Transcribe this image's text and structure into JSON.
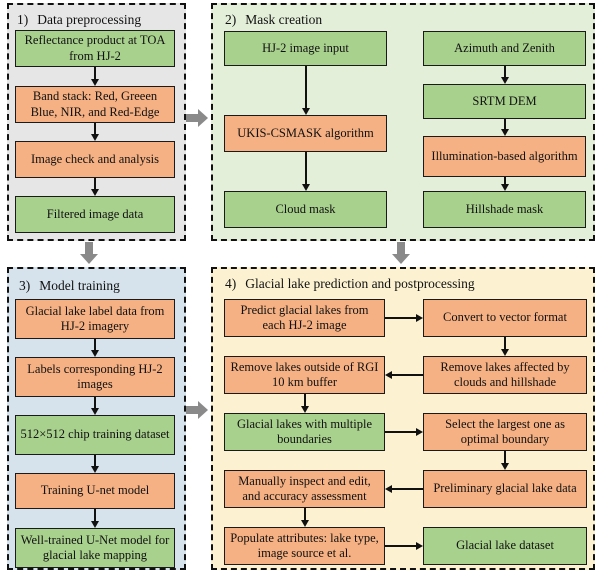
{
  "colors": {
    "box_green": "#a9d18e",
    "box_orange": "#f5b183",
    "panel1_bg": "#e7e6e6",
    "panel2_bg": "#e3efd9",
    "panel3_bg": "#d6e2ec",
    "panel4_bg": "#fcf2d2",
    "inter_panel_arrow": "#8a8a8a",
    "flow_arrow": "#111111",
    "box_border": "#1a1a1a"
  },
  "panels": {
    "p1": {
      "title_num": "1)",
      "title": "Data preprocessing",
      "boxes": [
        {
          "label": "Reflectance product at TOA from HJ-2",
          "color": "green"
        },
        {
          "label": "Band stack: Red, Greeen Blue, NIR, and Red-Edge",
          "color": "orange"
        },
        {
          "label": "Image check and analysis",
          "color": "orange"
        },
        {
          "label": "Filtered image data",
          "color": "green"
        }
      ]
    },
    "p2": {
      "title_num": "2)",
      "title": "Mask creation",
      "left_column": [
        {
          "label": "HJ-2 image input",
          "color": "green"
        },
        {
          "label": "UKIS-CSMASK algorithm",
          "color": "orange"
        },
        {
          "label": "Cloud mask",
          "color": "green"
        }
      ],
      "right_column": [
        {
          "label": "Azimuth and Zenith",
          "color": "green"
        },
        {
          "label": "SRTM DEM",
          "color": "green"
        },
        {
          "label": "Illumination-based algorithm",
          "color": "orange"
        },
        {
          "label": "Hillshade mask",
          "color": "green"
        }
      ]
    },
    "p3": {
      "title_num": "3)",
      "title": "Model training",
      "boxes": [
        {
          "label": "Glacial lake label data from HJ-2 imagery",
          "color": "orange"
        },
        {
          "label": "Labels corresponding HJ-2 images",
          "color": "orange"
        },
        {
          "label": "512×512 chip training dataset",
          "color": "green"
        },
        {
          "label": "Training U-net model",
          "color": "orange"
        },
        {
          "label": "Well-trained U-Net model for glacial lake mapping",
          "color": "green"
        }
      ]
    },
    "p4": {
      "title_num": "4)",
      "title": "Glacial lake prediction and postprocessing",
      "rows": [
        {
          "left": {
            "label": "Predict glacial lakes from each HJ-2 image",
            "color": "orange"
          },
          "right": {
            "label": "Convert to vector format",
            "color": "orange"
          },
          "flow": "left-to-right"
        },
        {
          "left": {
            "label": "Remove lakes outside of RGI 10 km buffer",
            "color": "orange"
          },
          "right": {
            "label": "Remove lakes affected by clouds and hillshade",
            "color": "orange"
          },
          "flow": "right-to-left"
        },
        {
          "left": {
            "label": "Glacial lakes with multiple boundaries",
            "color": "green"
          },
          "right": {
            "label": "Select the largest one as optimal boundary",
            "color": "orange"
          },
          "flow": "left-to-right"
        },
        {
          "left": {
            "label": "Manually inspect and edit, and accuracy assessment",
            "color": "orange"
          },
          "right": {
            "label": "Preliminary glacial lake data",
            "color": "orange"
          },
          "flow": "right-to-left"
        },
        {
          "left": {
            "label": "Populate attributes: lake type, image source et al.",
            "color": "orange"
          },
          "right": {
            "label": "Glacial lake dataset",
            "color": "green"
          },
          "flow": "left-to-right"
        }
      ]
    }
  },
  "inter_panel_arrows": [
    {
      "from": "1",
      "to": "2",
      "direction": "right"
    },
    {
      "from": "1",
      "to": "3",
      "direction": "down"
    },
    {
      "from": "2",
      "to": "4",
      "direction": "down"
    },
    {
      "from": "3",
      "to": "4",
      "direction": "right"
    }
  ]
}
